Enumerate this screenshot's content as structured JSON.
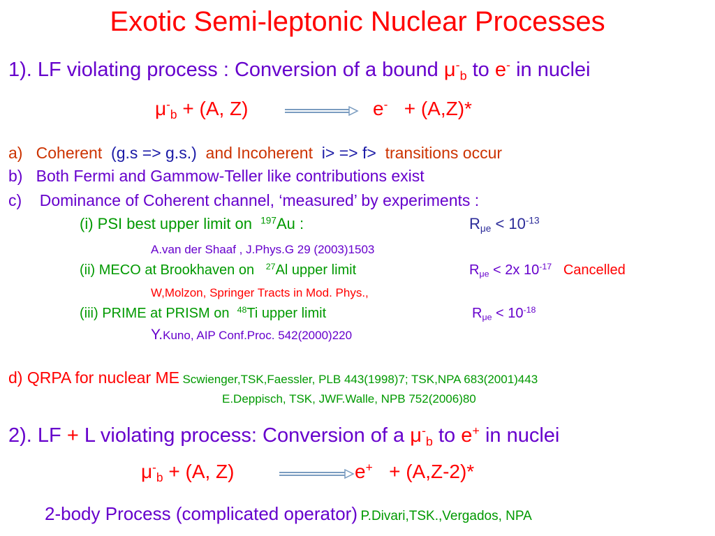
{
  "title": "Exotic  Semi-leptonic Nuclear Processes",
  "section1": {
    "num": "1).",
    "text_a": "LF violating process : Conversion of a bound",
    "mu": "μ",
    "mu_sup": "-",
    "mu_sub": "b",
    "to": "to",
    "e": "e",
    "e_sup": "-",
    "text_b": "in nuclei"
  },
  "eq1": {
    "mu": "μ",
    "mu_sup": "-",
    "mu_sub": "b",
    "plus_az": "+  (A, Z)",
    "e": "e",
    "e_sup": "-",
    "plus_azstar": "+  (A,Z)*"
  },
  "item_a": {
    "label": "a)",
    "coherent": "Coherent",
    "gs": "(g.s  => g.s.)",
    "incoherent": "and Incoherent",
    "ket_i": "i>  =>  f>",
    "transitions": "transitions occur"
  },
  "item_b": {
    "label": "b)",
    "text": "Both Fermi and Gammow-Teller like contributions exist"
  },
  "item_c": {
    "label": "c)",
    "text": "Dominance of  Coherent channel, ‘measured’ by experiments :"
  },
  "exp1": {
    "text": "(i) PSI best upper limit on",
    "iso_sup": "197",
    "element": "Au :",
    "r": "R",
    "r_sub": "μe",
    "limit": "< 10",
    "limit_sup": "-13",
    "ref": "A.van der Shaaf , J.Phys.G 29 (2003)1503"
  },
  "exp2": {
    "text": "(ii) MECO at Brookhaven on",
    "iso_sup": "27",
    "element": "Al   upper limit",
    "r": "R",
    "r_sub": "μe",
    "limit": "< 2x 10",
    "limit_sup": "-17",
    "status": "Cancelled",
    "ref": "W,Molzon, Springer Tracts in Mod. Phys.,"
  },
  "exp3": {
    "text": "(iii) PRIME  at PRISM on",
    "iso_sup": "48",
    "element": "Ti   upper limit",
    "r": "R",
    "r_sub": "μe",
    "limit": "<  10",
    "limit_sup": "-18",
    "ref_y": "Y.",
    "ref": "Kuno, AIP Conf.Proc. 542(2000)220"
  },
  "item_d": {
    "text": "d) QRPA for nuclear ME",
    "ref1": "Scwienger,TSK,Faessler, PLB 443(1998)7; TSK,NPA 683(2001)443",
    "ref2": "E.Deppisch, TSK, JWF.Walle, NPB 752(2006)80"
  },
  "section2": {
    "num": "2).",
    "lf": "LF",
    "plus": "+",
    "text_a": "L violating process: Conversion of a",
    "mu": "μ",
    "mu_sup": "-",
    "mu_sub": "b",
    "to": "to",
    "e": "e",
    "e_sup": "+",
    "text_b": "in nuclei"
  },
  "eq2": {
    "mu": "μ",
    "mu_sup": "-",
    "mu_sub": "b",
    "plus_az": "+  (A, Z)",
    "e": "e",
    "e_sup": "+",
    "plus_azstar": "+  (A,Z-2)*"
  },
  "footer": {
    "text": "2-body  Process (complicated operator)",
    "ref": "P.Divari,TSK.,Vergados, NPA"
  },
  "colors": {
    "red": "#ff0000",
    "purple": "#6600cc",
    "blue": "#1a1aa6",
    "rust": "#cc3300",
    "green": "#009900"
  }
}
